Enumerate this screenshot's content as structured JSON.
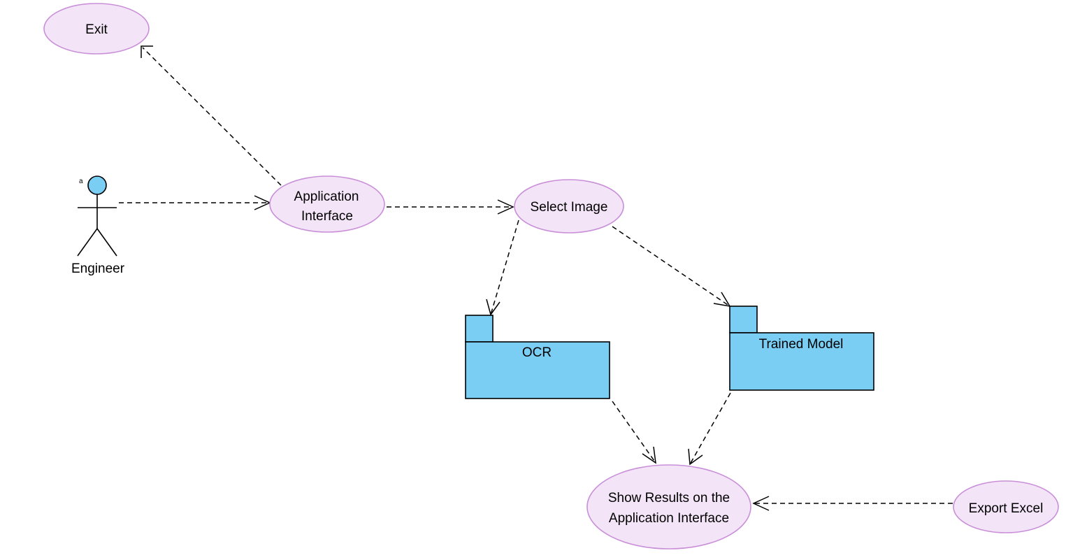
{
  "actor": {
    "name": "Engineer",
    "stereotype_mark": "a"
  },
  "use_cases": {
    "exit": "Exit",
    "application_interface": [
      "Application",
      "Interface"
    ],
    "select_image": "Select Image",
    "show_results": [
      "Show Results on the",
      "Application Interface"
    ],
    "export_excel": "Export Excel"
  },
  "packages": {
    "ocr": "OCR",
    "trained_model": "Trained Model"
  },
  "colors": {
    "use_case_fill": "#f3e5f7",
    "use_case_stroke": "#c98fd8",
    "package_fill": "#7acef4",
    "actor_head_fill": "#7acef4"
  }
}
